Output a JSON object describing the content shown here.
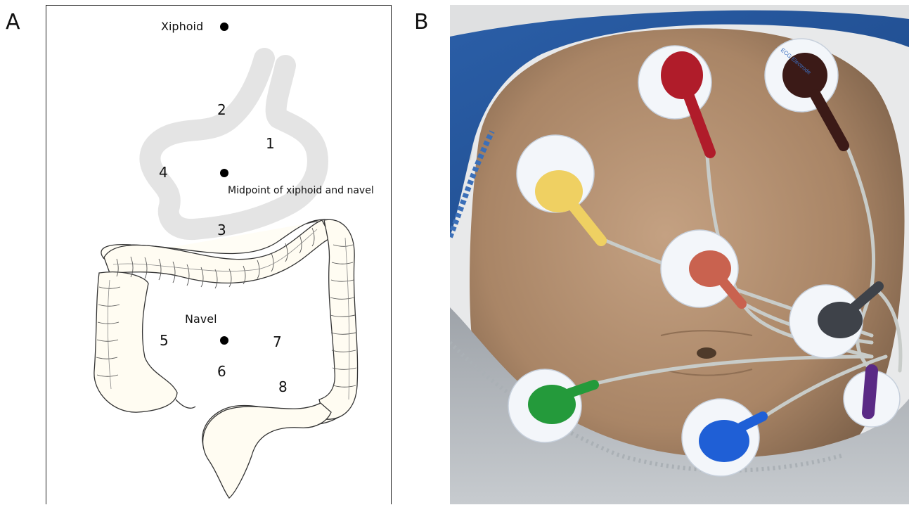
{
  "figure": {
    "panel_a_letter": "A",
    "panel_b_letter": "B"
  },
  "diagram": {
    "xiphoid_label": "Xiphoid",
    "midpoint_label": "Midpoint of xiphoid and navel",
    "navel_label": "Navel",
    "positions": [
      "1",
      "2",
      "3",
      "4",
      "5",
      "6",
      "7",
      "8"
    ]
  },
  "photo": {
    "electrode_text": "ECG Electrode",
    "lead_colors": {
      "red": "#b01c2a",
      "brown": "#3b1a17",
      "yellow": "#efd062",
      "salmon": "#c9624f",
      "gray": "#3e4249",
      "green": "#249a3b",
      "blue": "#1f5fd6",
      "purple": "#5a2a85"
    }
  }
}
